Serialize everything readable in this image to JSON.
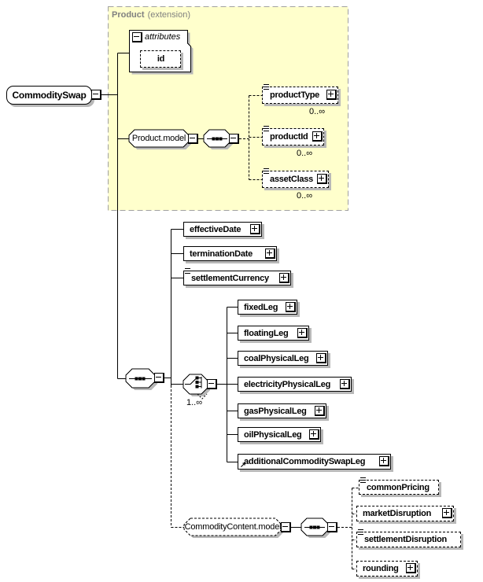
{
  "colors": {
    "extension-bg": "#ffffcc",
    "extension-border": "#a0a0a0",
    "shadow": "#b8b8b8",
    "muted": "#808080",
    "line": "#000000"
  },
  "icons": {
    "reference": "↗"
  },
  "root": {
    "label": "CommoditySwap"
  },
  "extension": {
    "title": "Product",
    "subtitle": "(extension)"
  },
  "attributes_section": {
    "label": "attributes",
    "attributes": [
      {
        "label": "id"
      }
    ]
  },
  "product_model": {
    "label": "Product.model",
    "items": [
      {
        "label": "productType",
        "occurs": "0..∞"
      },
      {
        "label": "productId",
        "occurs": "0..∞"
      },
      {
        "label": "assetClass",
        "occurs": "0..∞"
      }
    ]
  },
  "swap_sequence": {
    "items": [
      {
        "label": "effectiveDate"
      },
      {
        "label": "terminationDate"
      },
      {
        "label": "settlementCurrency"
      }
    ],
    "choice": {
      "occurs": "1..∞",
      "items": [
        {
          "label": "fixedLeg"
        },
        {
          "label": "floatingLeg"
        },
        {
          "label": "coalPhysicalLeg"
        },
        {
          "label": "electricityPhysicalLeg"
        },
        {
          "label": "gasPhysicalLeg"
        },
        {
          "label": "oilPhysicalLeg"
        },
        {
          "label": "additionalCommoditySwapLeg"
        }
      ]
    },
    "content_model": {
      "label": "CommodityContent.model",
      "items": [
        {
          "label": "commonPricing"
        },
        {
          "label": "marketDisruption"
        },
        {
          "label": "settlementDisruption"
        },
        {
          "label": "rounding"
        }
      ]
    }
  }
}
